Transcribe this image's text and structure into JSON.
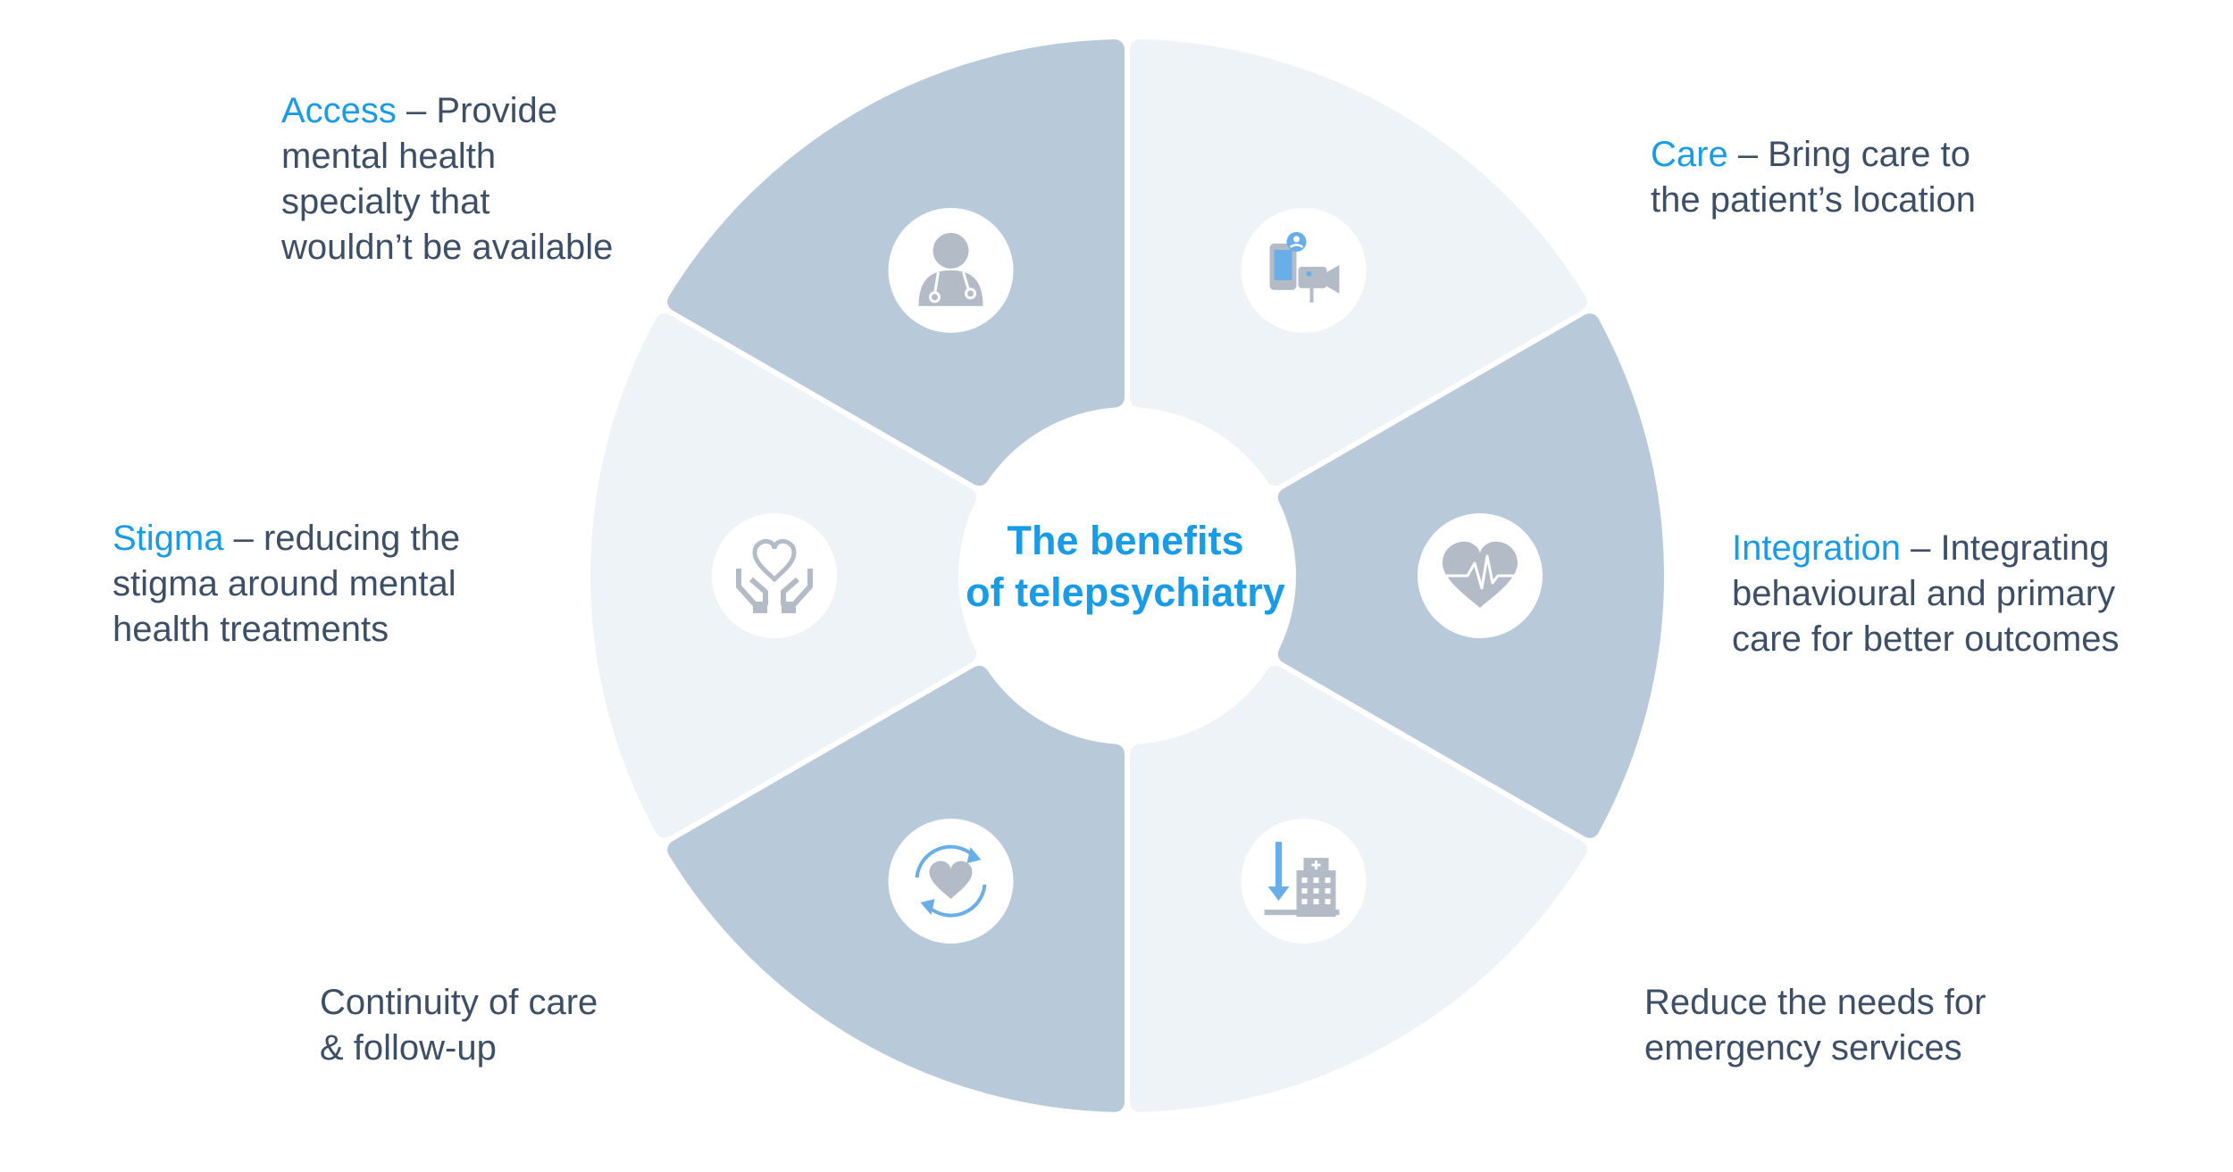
{
  "title_lines": [
    "The benefits",
    "of telepsychiatry"
  ],
  "colors": {
    "dark_segment": "#b8c9d9",
    "light_segment": "#eef3f8",
    "icon_circle": "#ffffff",
    "icon_gray": "#b3bcc6",
    "icon_accent": "#6aaee8",
    "keyword": "#1a9be6",
    "body_text": "#3d4f66"
  },
  "segments": [
    {
      "id": "access",
      "icon": "doctor-icon",
      "tone": "dark",
      "keyword": "Access",
      "lines": [
        " – Provide",
        "mental health",
        "specialty that",
        "wouldn’t be available"
      ]
    },
    {
      "id": "care",
      "icon": "telemedicine-video-icon",
      "tone": "light",
      "keyword": "Care",
      "lines": [
        " – Bring care to",
        "the patient’s location"
      ]
    },
    {
      "id": "integration",
      "icon": "heartbeat-icon",
      "tone": "dark",
      "keyword": "Integration",
      "lines": [
        " – Integrating",
        "behavioural and primary",
        "care for better outcomes"
      ]
    },
    {
      "id": "emergency",
      "icon": "hospital-down-arrow-icon",
      "tone": "light",
      "keyword": "",
      "lines": [
        "Reduce the needs for",
        "emergency services"
      ]
    },
    {
      "id": "continuity",
      "icon": "heart-cycle-icon",
      "tone": "dark",
      "keyword": "",
      "lines": [
        "Continuity of care",
        "& follow-up"
      ]
    },
    {
      "id": "stigma",
      "icon": "heart-hands-icon",
      "tone": "light",
      "keyword": "Stigma",
      "lines": [
        " – reducing the",
        "stigma around mental",
        "health treatments"
      ]
    }
  ]
}
